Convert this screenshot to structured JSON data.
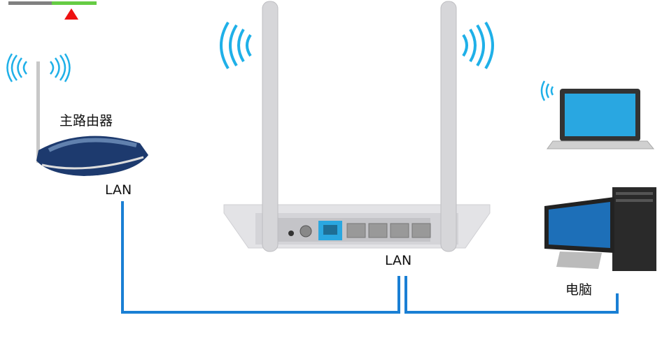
{
  "labels": {
    "main_router": "主路由器",
    "main_router_port": "LAN",
    "secondary_router_port": "LAN",
    "computer": "电脑"
  },
  "colors": {
    "cable": "#1a7fd4",
    "wifi": "#1fb0e8",
    "wan_port": "#2aa7e0",
    "progress_done": "#808080",
    "progress_rest": "#66cc44",
    "marker": "#ee1111"
  },
  "slider": {
    "position_fraction": 0.5
  }
}
